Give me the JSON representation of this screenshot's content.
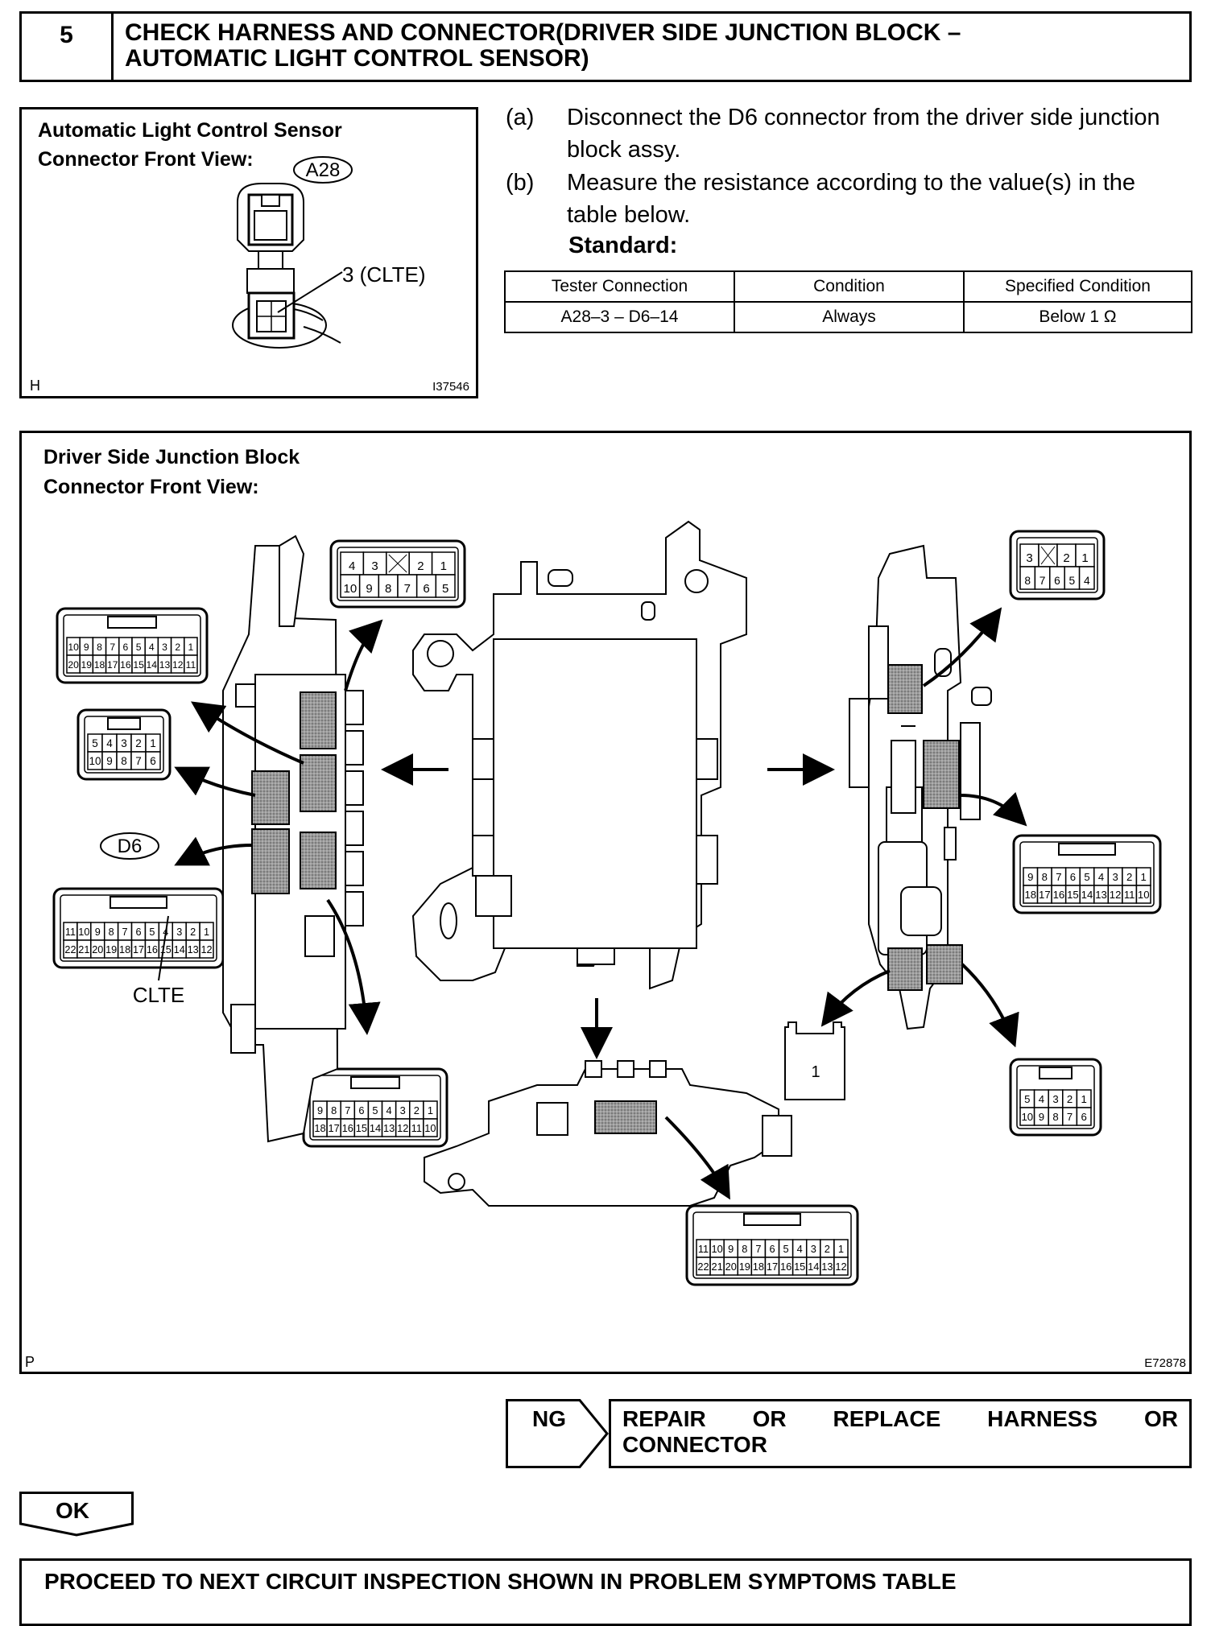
{
  "step": {
    "number": "5",
    "title_line1": "CHECK HARNESS AND CONNECTOR(DRIVER SIDE JUNCTION BLOCK –",
    "title_line2": "AUTOMATIC LIGHT CONTROL SENSOR)"
  },
  "figure1": {
    "title_line1": "Automatic Light Control Sensor",
    "title_line2": "Connector Front View:",
    "connector_tag": "A28",
    "pin_label": "3 (CLTE)",
    "corner_code": "H",
    "figure_id": "I37546"
  },
  "instructions": [
    {
      "label": "(a)",
      "line1": "Disconnect the D6 connector from the driver side junction",
      "line2": "block assy."
    },
    {
      "label": "(b)",
      "line1": "Measure the resistance according to the value(s) in the",
      "line2": "table below."
    }
  ],
  "standard_label": "Standard:",
  "spec_table": {
    "headers": [
      "Tester Connection",
      "Condition",
      "Specified Condition"
    ],
    "rows": [
      [
        "A28–3 – D6–14",
        "Always",
        "Below 1 Ω"
      ]
    ]
  },
  "figure2": {
    "title_line1": "Driver Side Junction Block",
    "title_line2": "Connector Front View:",
    "connector_tag": "D6",
    "pin_label": "CLTE",
    "relay_pin": "1",
    "corner_code": "P",
    "figure_id": "E72878"
  },
  "result_ng": {
    "label": "NG",
    "line1": "REPAIR OR REPLACE HARNESS OR",
    "line2": "CONNECTOR"
  },
  "result_ok": {
    "label": "OK",
    "text": "PROCEED TO NEXT CIRCUIT INSPECTION SHOWN IN PROBLEM SYMPTOMS TABLE"
  }
}
